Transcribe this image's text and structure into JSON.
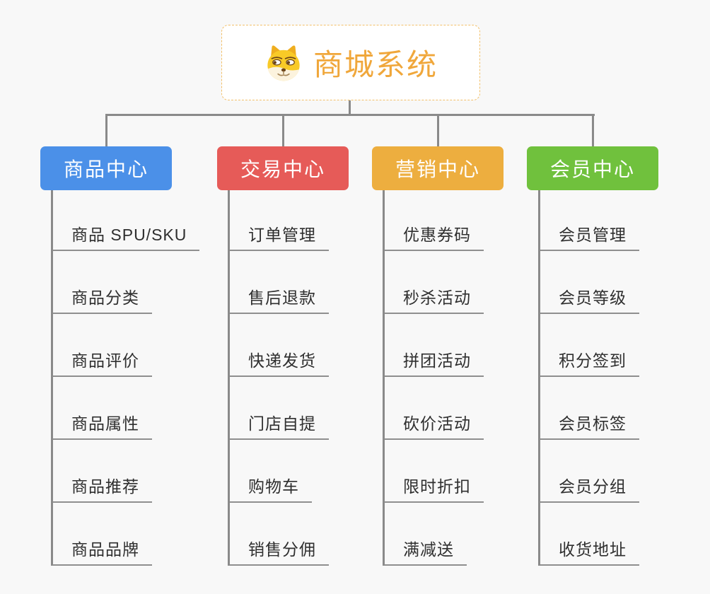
{
  "root": {
    "title": "商城系统",
    "icon": "doge-icon"
  },
  "branches": [
    {
      "id": "product-center",
      "label": "商品中心",
      "color": "#4B90E8",
      "children": [
        "商品 SPU/SKU",
        "商品分类",
        "商品评价",
        "商品属性",
        "商品推荐",
        "商品品牌"
      ]
    },
    {
      "id": "trade-center",
      "label": "交易中心",
      "color": "#E65B58",
      "children": [
        "订单管理",
        "售后退款",
        "快递发货",
        "门店自提",
        "购物车",
        "销售分佣"
      ]
    },
    {
      "id": "marketing-center",
      "label": "营销中心",
      "color": "#EDAE3F",
      "children": [
        "优惠券码",
        "秒杀活动",
        "拼团活动",
        "砍价活动",
        "限时折扣",
        "满减送"
      ]
    },
    {
      "id": "member-center",
      "label": "会员中心",
      "color": "#70C13D",
      "children": [
        "会员管理",
        "会员等级",
        "积分签到",
        "会员标签",
        "会员分组",
        "收货地址"
      ]
    }
  ],
  "colors": {
    "background": "#F8F8F8",
    "connector": "#8A8A8A",
    "leaf_underline": "#8F8F8F",
    "leaf_text": "#2F2F2F",
    "root_title": "#F0A73B",
    "root_border": "#F2C06A",
    "node_text": "#FFFFFF"
  }
}
